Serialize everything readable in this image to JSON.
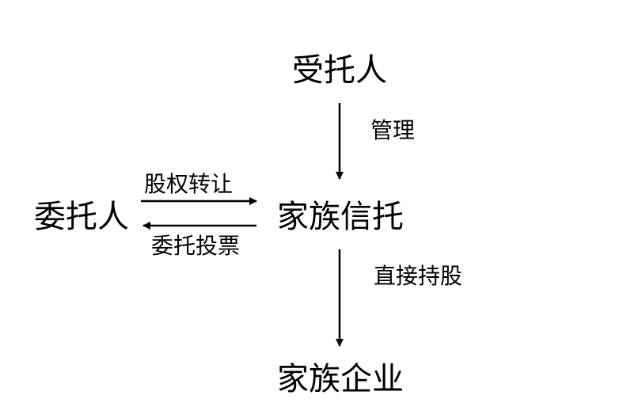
{
  "nodes": {
    "trustee": "受托人",
    "settlor": "委托人",
    "family_trust": "家族信托",
    "family_enterprise": "家族企业"
  },
  "edges": {
    "manage": "管理",
    "equity_transfer": "股权转让",
    "entrusted_voting": "委托投票",
    "direct_holding": "直接持股"
  },
  "colors": {
    "text": "#000000",
    "line": "#000000",
    "background": "#ffffff"
  }
}
